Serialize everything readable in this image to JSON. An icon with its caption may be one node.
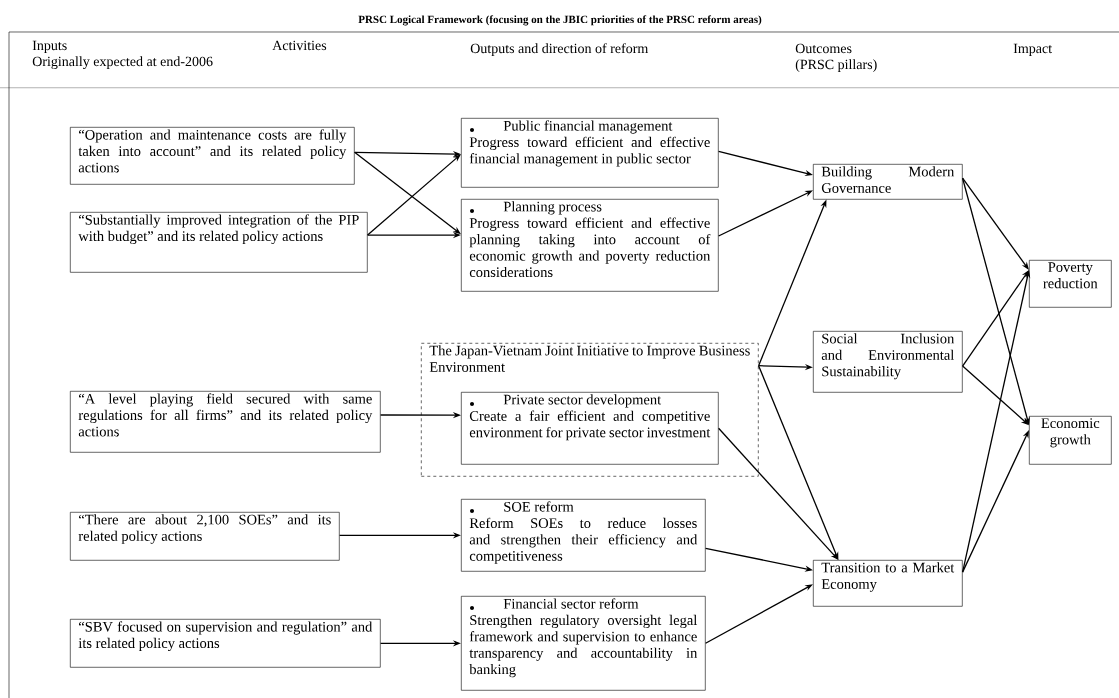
{
  "diagram": {
    "title": "PRSC Logical Framework (focusing on the JBIC priorities of the PRSC reform areas)",
    "nodes": [
      {
        "text": [
          "“Operation and maintenance costs are fully taken into account” and its related policy actions"
        ]
      },
      {
        "text": [
          "“Substantially improved integration of the PIP with budget” and its related policy actions"
        ]
      },
      {
        "text": [
          "“A level playing field secured with same regulations for all firms” and its related policy actions"
        ]
      },
      {
        "text": [
          "“There are about 2,100 SOEs” and its related policy actions"
        ]
      },
      {
        "text": [
          "“SBV focused on supervision and regulation” and its related policy actions"
        ]
      },
      {
        "text": [
          "Public financial management",
          "Progress toward efficient and effective financial management in public sector"
        ]
      },
      {
        "text": [
          "Planning process",
          "Progress toward efficient and effective planning taking into account of economic growth and poverty reduction considerations"
        ]
      },
      {
        "text": [
          "The Japan-Vietnam Joint Initiative to Improve Business Environment"
        ]
      },
      {
        "text": [
          "Private sector development",
          "Create a fair efficient and competitive environment for private sector investment"
        ],
        "in": 7
      },
      {
        "text": [
          "SOE reform",
          "Reform SOEs to reduce losses and strengthen their efficiency and competitiveness"
        ]
      },
      {
        "text": [
          "Financial sector reform",
          "Strengthen regulatory oversight legal framework and supervision to enhance transparency and accountability in banking"
        ]
      },
      {
        "text": [
          "Building Modern Governance"
        ]
      },
      {
        "text": [
          "Social Inclusion and Environmental Sustainability"
        ]
      },
      {
        "text": [
          "Transition to a Market Economy"
        ]
      },
      {
        "text": [
          "Poverty reduction"
        ]
      },
      {
        "text": [
          "Economic growth"
        ]
      }
    ],
    "edges": [
      {
        "from": 0,
        "to": 5,
        "arrow": "to"
      },
      {
        "from": 0,
        "to": 6,
        "arrow": "to"
      },
      {
        "from": 1,
        "to": 5,
        "arrow": "to"
      },
      {
        "from": 1,
        "to": 6,
        "arrow": "to"
      },
      {
        "from": 2,
        "to": 8,
        "arrow": "to"
      },
      {
        "from": 3,
        "to": 9,
        "arrow": "to"
      },
      {
        "from": 4,
        "to": 10,
        "arrow": "to"
      },
      {
        "from": 5,
        "to": 11,
        "arrow": "to"
      },
      {
        "from": 6,
        "to": 11,
        "arrow": "to"
      },
      {
        "from": 7,
        "to": 11,
        "arrow": "to"
      },
      {
        "from": 7,
        "to": 12,
        "arrow": "to"
      },
      {
        "from": 7,
        "to": 13,
        "arrow": "to"
      },
      {
        "from": 8,
        "to": 13,
        "arrow": "to"
      },
      {
        "from": 9,
        "to": 13,
        "arrow": "to"
      },
      {
        "from": 10,
        "to": 13,
        "arrow": "to"
      },
      {
        "from": 11,
        "to": 14,
        "arrow": "to"
      },
      {
        "from": 11,
        "to": 15,
        "arrow": "to"
      },
      {
        "from": 12,
        "to": 14,
        "arrow": "to"
      },
      {
        "from": 12,
        "to": 15,
        "arrow": "to"
      },
      {
        "from": 13,
        "to": 14,
        "arrow": "to"
      },
      {
        "from": 13,
        "to": 15,
        "arrow": "to"
      }
    ],
    "labels": [
      "Inputs",
      "Originally expected at end-2006",
      "Activities",
      "Outputs and direction of reform",
      "Outcomes",
      "(PRSC pillars)",
      "Impact"
    ]
  }
}
